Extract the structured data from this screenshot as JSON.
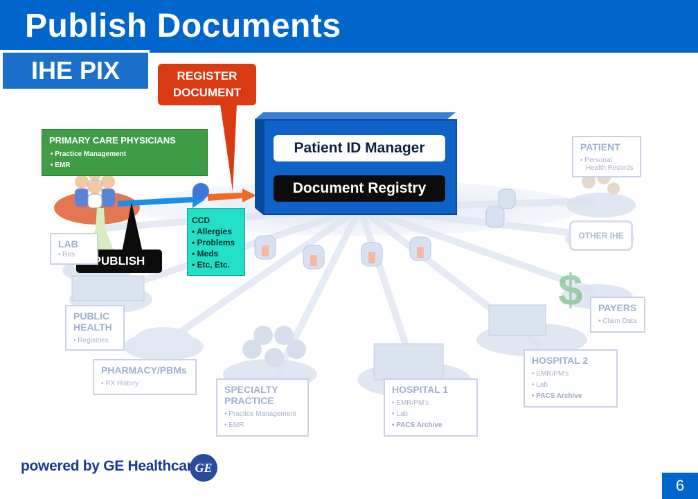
{
  "header": {
    "title": "Publish Documents",
    "subtitle": "IHE PIX"
  },
  "register_callout": {
    "line1": "REGISTER",
    "line2": "DOCUMENT"
  },
  "server": {
    "patient_id_manager": "Patient ID Manager",
    "document_registry": "Document Registry"
  },
  "primary_care": {
    "title": "PRIMARY CARE PHYSICIANS",
    "items": [
      "• Practice Management",
      "• EMR"
    ]
  },
  "ccd": {
    "title": "CCD",
    "items": [
      "• Allergies",
      "• Problems",
      "• Meds",
      "• Etc, Etc."
    ]
  },
  "publish_label": "PUBLISH",
  "nodes": {
    "patient": {
      "title": "PATIENT",
      "items": [
        "• Personal",
        "Health Records"
      ]
    },
    "other_ihe": "OTHER IHE",
    "payers": {
      "title": "PAYERS",
      "items": [
        "• Claim Data"
      ]
    },
    "hospital2": {
      "title": "HOSPITAL 2",
      "items": [
        "• EMR/PM's",
        "• Lab",
        "• PACS Archive"
      ]
    },
    "hospital1": {
      "title": "HOSPITAL 1",
      "items": [
        "• EMR/PM's",
        "• Lab",
        "• PACS Archive"
      ]
    },
    "specialty": {
      "title1": "SPECIALTY",
      "title2": "PRACTICE",
      "items": [
        "• Practice Management",
        "• EMR"
      ]
    },
    "pharmacy": {
      "title": "PHARMACY/PBMs",
      "items": [
        "• RX History"
      ]
    },
    "public_health": {
      "title1": "PUBLIC",
      "title2": "HEALTH",
      "items": [
        "• Registries"
      ]
    },
    "lab": {
      "title": "LAB",
      "items": [
        "• Res"
      ]
    }
  },
  "footer": {
    "brand": "powered by GE Healthcare",
    "logo": "GE",
    "page_number": "6"
  },
  "colors": {
    "header_blue": "#0066cc",
    "register_red": "#d93a11",
    "pcp_green": "#3e9d45",
    "ccd_teal": "#22e0c8",
    "server_blue": "#0f63c8"
  }
}
